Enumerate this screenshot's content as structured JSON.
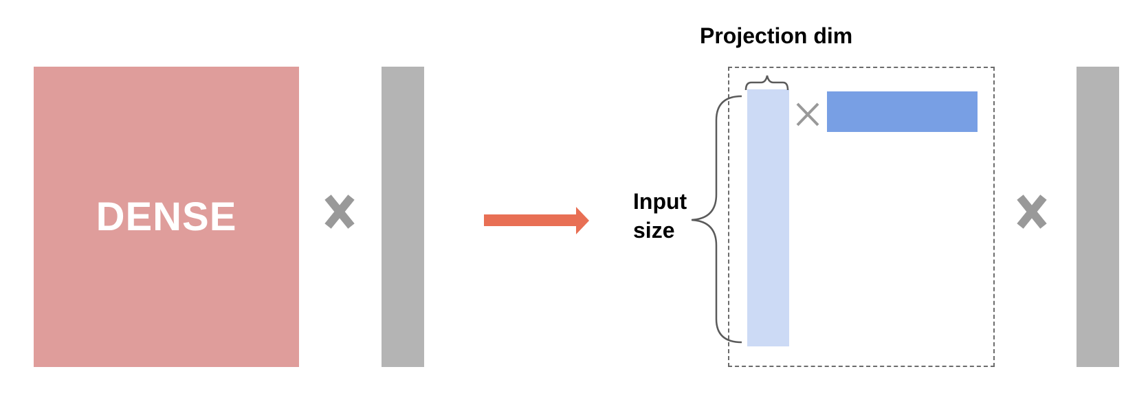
{
  "diagram": {
    "dense_label": "DENSE",
    "projection_label": "Projection dim",
    "input_label_line1": "Input",
    "input_label_line2": "size",
    "icons": {
      "multiply_left": "multiply-icon",
      "multiply_inner": "multiply-icon",
      "multiply_right": "multiply-icon",
      "arrow": "arrow-right-icon",
      "brace_vertical": "curly-brace-icon",
      "brace_horizontal": "curly-brace-icon"
    },
    "colors": {
      "dense": "#df9d9b",
      "vector_gray": "#b4b4b4",
      "arrow": "#e86f54",
      "low_rank_col": "#ccdaf5",
      "low_rank_row": "#789fe4",
      "multiply_gray": "#999999",
      "dash": "#6b6b6b"
    }
  }
}
